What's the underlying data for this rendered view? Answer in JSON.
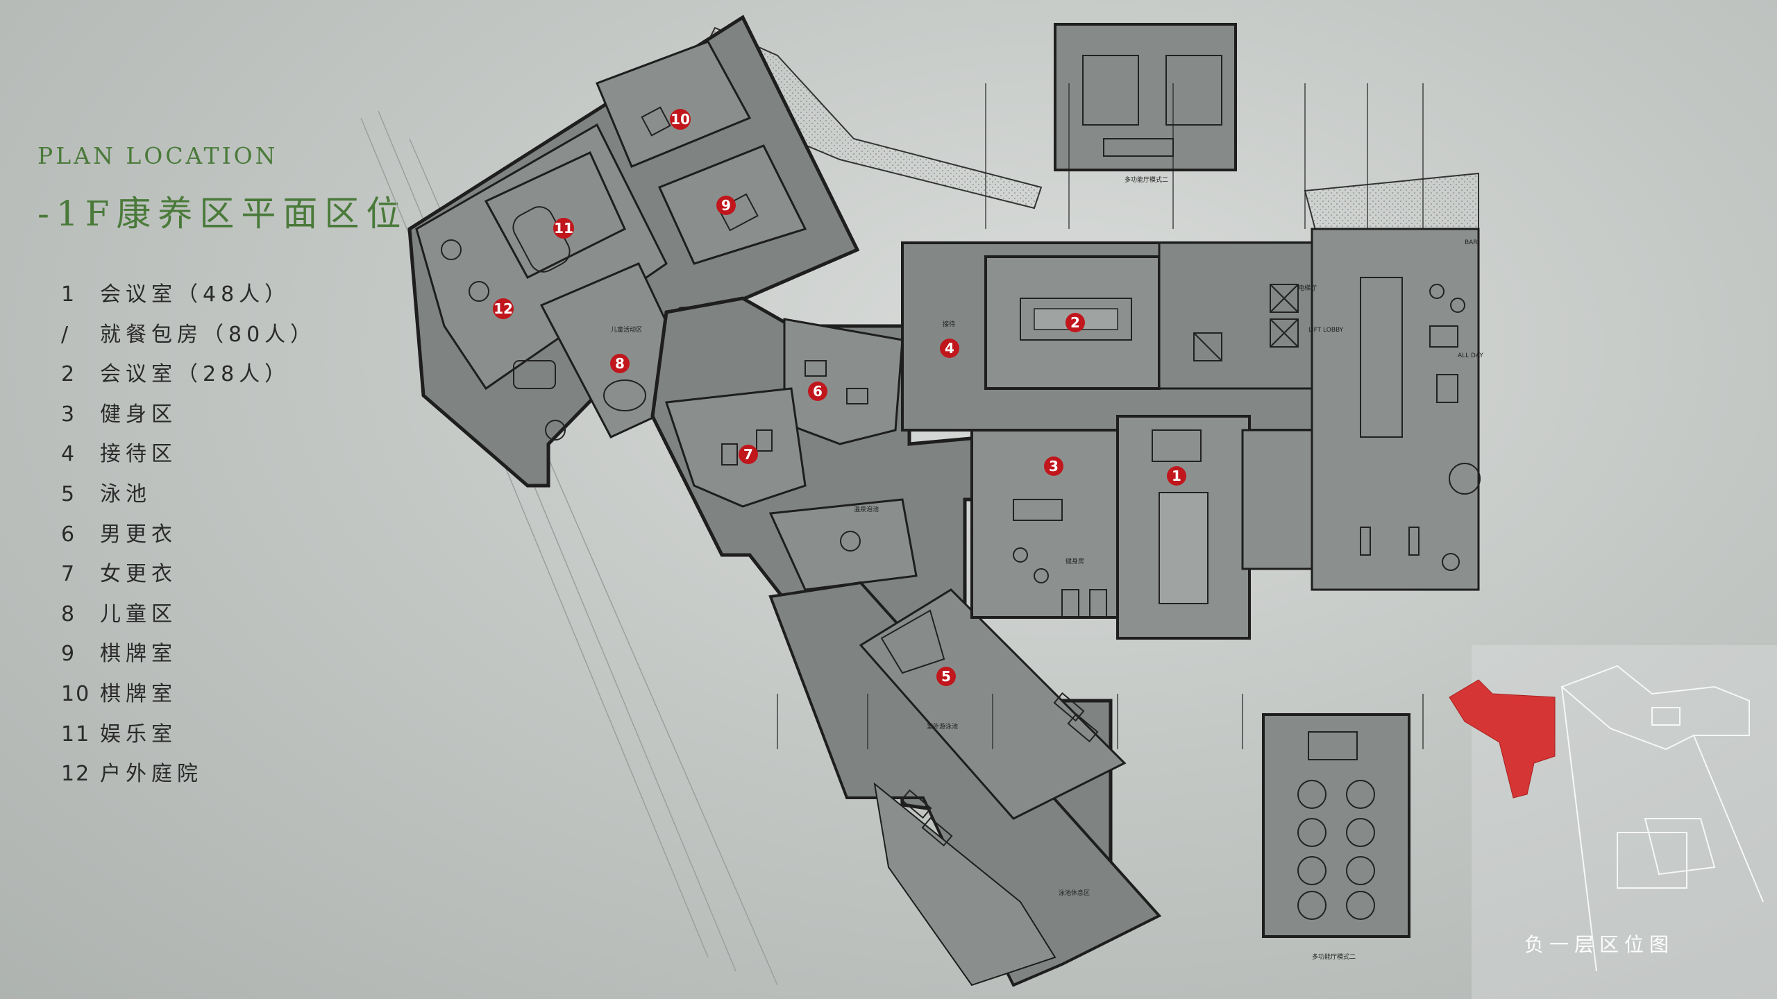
{
  "header": {
    "title_en": "PLAN LOCATION",
    "title_cn": "-1F康养区平面区位"
  },
  "legend": [
    {
      "num": "1",
      "label": "会议室（48人）"
    },
    {
      "num": "/",
      "label": "就餐包房（80人）"
    },
    {
      "num": "2",
      "label": "会议室（28人）"
    },
    {
      "num": "3",
      "label": "健身区"
    },
    {
      "num": "4",
      "label": "接待区"
    },
    {
      "num": "5",
      "label": "泳池"
    },
    {
      "num": "6",
      "label": "男更衣"
    },
    {
      "num": "7",
      "label": "女更衣"
    },
    {
      "num": "8",
      "label": "儿童区"
    },
    {
      "num": "9",
      "label": "棋牌室"
    },
    {
      "num": "10",
      "label": "棋牌室"
    },
    {
      "num": "11",
      "label": "娱乐室"
    },
    {
      "num": "12",
      "label": "户外庭院"
    }
  ],
  "markers": [
    "1",
    "2",
    "3",
    "4",
    "5",
    "6",
    "7",
    "8",
    "9",
    "10",
    "11",
    "12"
  ],
  "plan_labels": {
    "lift_lobby_cn": "电梯厅",
    "lift_lobby_en": "LIFT LOBBY",
    "bar_en": "BAR",
    "all_day_en": "ALL DAY",
    "multi_hall_top": "多功能厅模式二",
    "multi_hall_bottom": "多功能厅模式二",
    "pool_outdoor": "室外游泳池",
    "pool_rest": "泳池休息区",
    "gym": "健身房",
    "hot_spring": "温泉泡池",
    "kids": "儿童活动区",
    "reception": "接待"
  },
  "minimap": {
    "caption": "负一层区位图",
    "highlight_color": "#d63535"
  },
  "colors": {
    "title": "#4a7a3a",
    "marker": "#c0161c",
    "line": "#1e1e1e",
    "floor": "#7f8483"
  }
}
